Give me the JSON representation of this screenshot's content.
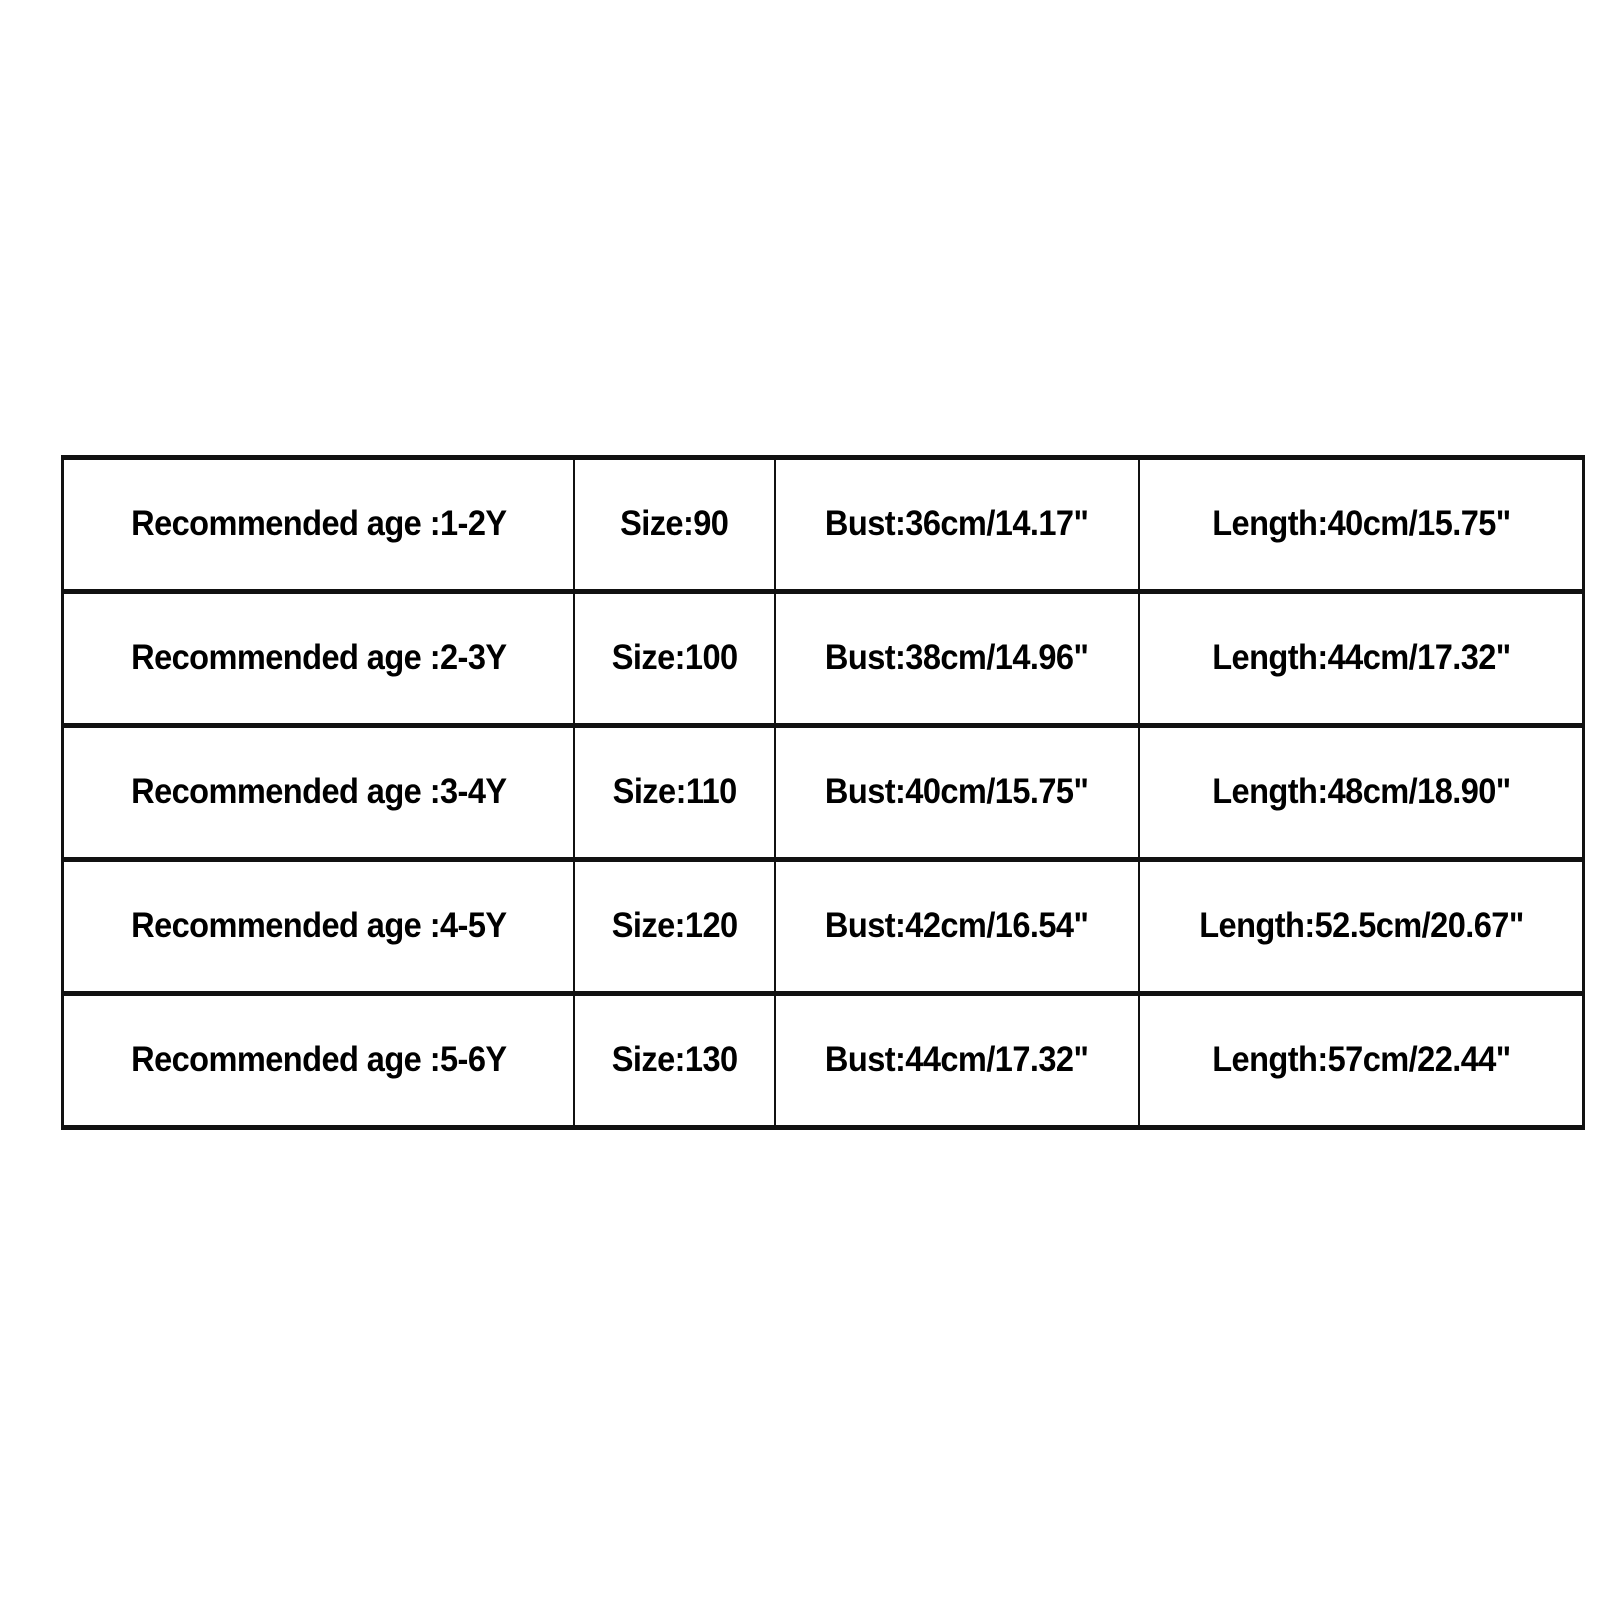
{
  "document": {
    "type": "size-chart-table",
    "background_color": "#ffffff",
    "text_color": "#000000",
    "border_color": "#111111"
  },
  "table": {
    "column_count": 4,
    "row_count": 5,
    "has_header_row": false,
    "columns": [
      "recommended_age",
      "size",
      "bust",
      "length"
    ],
    "rows": [
      {
        "recommended_age": "Recommended age :1-2Y",
        "size": "Size:90",
        "bust": "Bust:36cm/14.17\"",
        "length": "Length:40cm/15.75\""
      },
      {
        "recommended_age": "Recommended age :2-3Y",
        "size": "Size:100",
        "bust": "Bust:38cm/14.96\"",
        "length": "Length:44cm/17.32\""
      },
      {
        "recommended_age": "Recommended age :3-4Y",
        "size": "Size:110",
        "bust": "Bust:40cm/15.75\"",
        "length": "Length:48cm/18.90\""
      },
      {
        "recommended_age": "Recommended age :4-5Y",
        "size": "Size:120",
        "bust": "Bust:42cm/16.54\"",
        "length": "Length:52.5cm/20.67\""
      },
      {
        "recommended_age": "Recommended age :5-6Y",
        "size": "Size:130",
        "bust": "Bust:44cm/17.32\"",
        "length": "Length:57cm/22.44\""
      }
    ]
  }
}
